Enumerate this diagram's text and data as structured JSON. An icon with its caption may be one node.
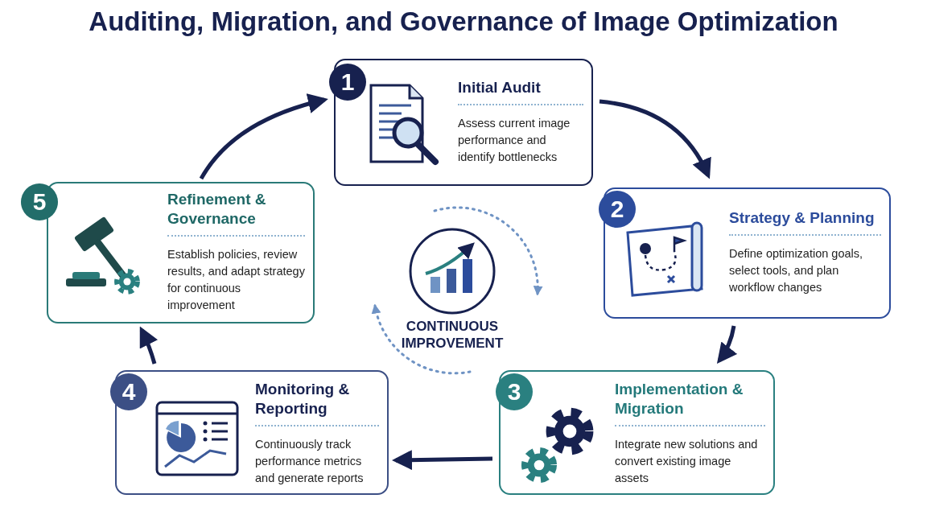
{
  "diagram": {
    "title": "Auditing, Migration, and Governance of Image Optimization",
    "nodes": [
      {
        "text": [
          "1",
          "Initial Audit",
          "Assess current image performance and identify bottlenecks"
        ]
      },
      {
        "text": [
          "2",
          "Strategy & Planning",
          "Define optimization goals, select tools, and plan workflow changes"
        ]
      },
      {
        "text": [
          "3",
          "Implementation & Migration",
          "Integrate new solutions and convert existing image assets"
        ]
      },
      {
        "text": [
          "4",
          "Monitoring & Reporting",
          "Continuously track performance metrics and generate reports"
        ]
      },
      {
        "text": [
          "5",
          "Refinement & Governance",
          "Establish policies, review results, and adapt strategy for continuous improvement"
        ]
      },
      {
        "text": [
          "CONTINUOUS IMPROVEMENT"
        ]
      }
    ],
    "edges": [
      {
        "from": 0,
        "to": 1,
        "arrow": "to"
      },
      {
        "from": 1,
        "to": 2,
        "arrow": "to"
      },
      {
        "from": 2,
        "to": 3,
        "arrow": "to"
      },
      {
        "from": 3,
        "to": 4,
        "arrow": "to"
      },
      {
        "from": 4,
        "to": 0,
        "arrow": "to"
      }
    ]
  }
}
